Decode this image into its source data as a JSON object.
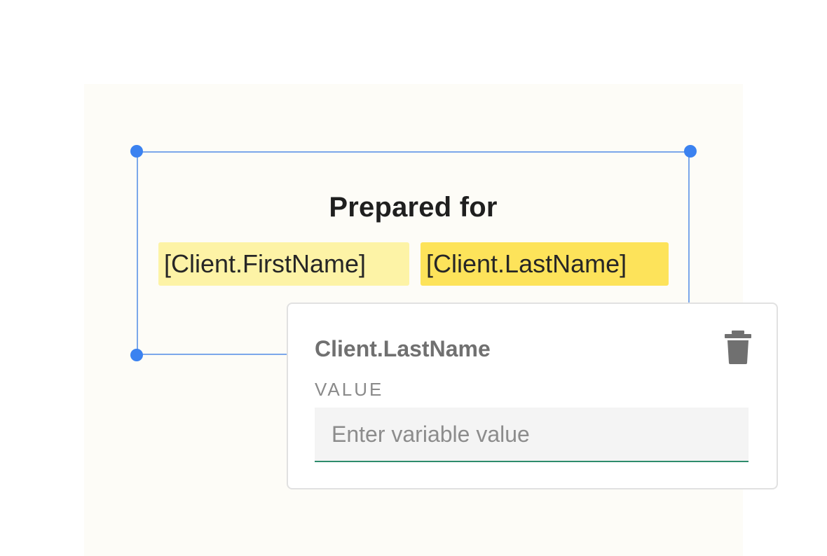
{
  "document": {
    "heading": "Prepared for",
    "variables": [
      {
        "label": "[Client.FirstName]",
        "highlight_color": "#fdf3a6"
      },
      {
        "label": "[Client.LastName]",
        "highlight_color": "#fde35a",
        "selected": true
      }
    ]
  },
  "selection": {
    "border_color": "#7ba7ea",
    "handle_color": "#3b82f0"
  },
  "popover": {
    "title": "Client.LastName",
    "delete_icon": "trash-icon",
    "value_label": "VALUE",
    "value_input": {
      "value": "",
      "placeholder": "Enter variable value",
      "underline_color": "#2e8c6c"
    }
  }
}
